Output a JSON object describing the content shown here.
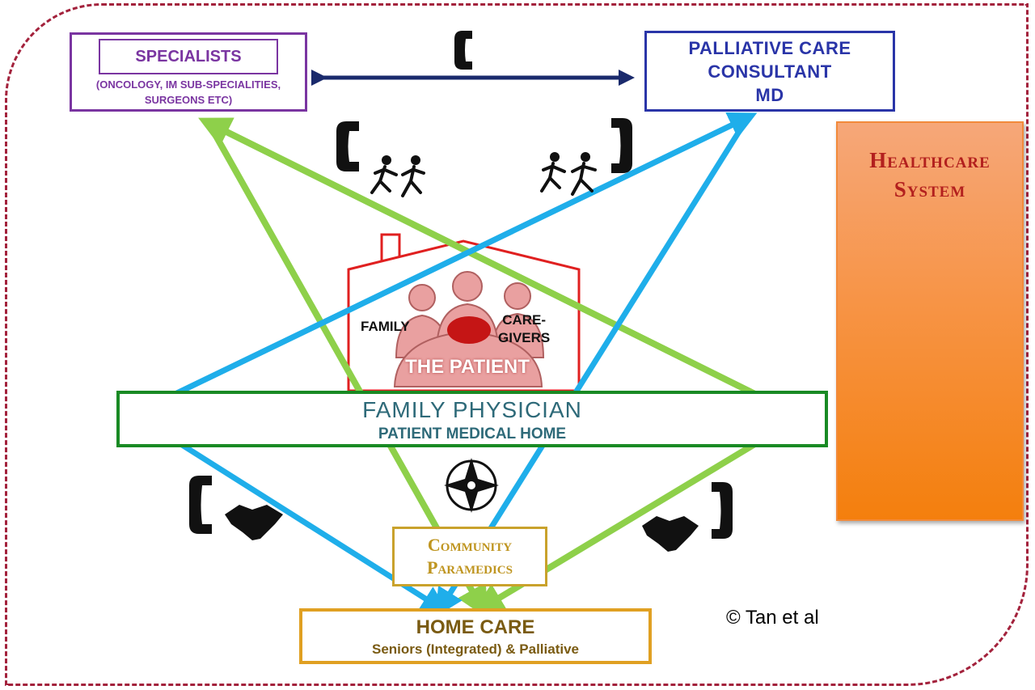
{
  "specialists": {
    "title": "SPECIALISTS",
    "sub_line1": "(ONCOLOGY, IM SUB-SPECIALITIES,",
    "sub_line2": "SURGEONS ETC)"
  },
  "palliative_consultant": {
    "line1": "PALLIATIVE CARE",
    "line2": "CONSULTANT",
    "line3": "MD"
  },
  "healthcare_system": {
    "line1": "Healthcare",
    "line2": "System",
    "icons": [
      "hospital-icon",
      "right-arrow-icon",
      "house-icon",
      "slinky-spring-icon",
      "atom-icon",
      "computer-cloud-sync-icon"
    ]
  },
  "house": {
    "family_label": "FAMILY",
    "caregivers_line1": "CARE-",
    "caregivers_line2": "GIVERS",
    "patient_label": "THE PATIENT"
  },
  "family_physician": {
    "title": "FAMILY PHYSICIAN",
    "subtitle": "PATIENT MEDICAL HOME"
  },
  "community_paramedics": {
    "line1": "Community",
    "line2": "Paramedics"
  },
  "home_care": {
    "title": "HOME CARE",
    "subtitle": "Seniors (Integrated) & Palliative"
  },
  "copyright": "© Tan et al",
  "colors": {
    "frame": "#a3223c",
    "specialists": "#7a35a1",
    "palliative": "#2a35a8",
    "green_arrow": "#8ed04a",
    "blue_arrow": "#1faeea",
    "dark_arrow": "#1a2a6c",
    "family_physician": "#198a24",
    "house": "#e02020",
    "paramedics": "#c9a22c",
    "home_care": "#e0a022",
    "healthcare_panel": "#f79446"
  },
  "icons": [
    "phone-icon",
    "relay-runners-icon",
    "handshake-icon",
    "compass-rose-icon"
  ]
}
